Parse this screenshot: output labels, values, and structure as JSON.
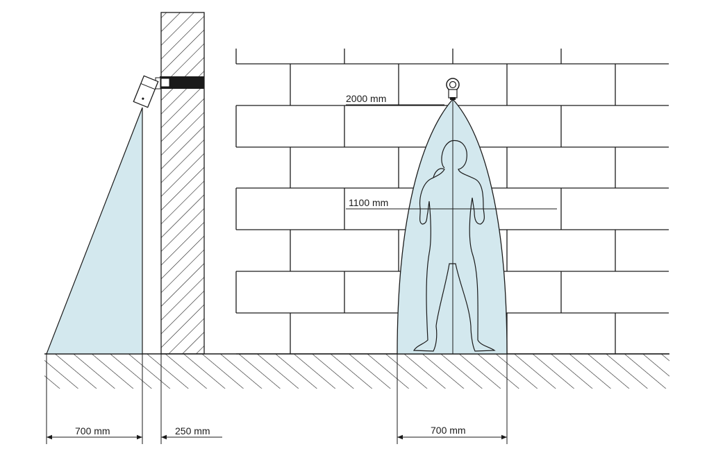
{
  "dimensions": {
    "mount_height": "2000 mm",
    "mid_height": "1100 mm",
    "left_coverage": "700 mm",
    "wall_thickness": "250 mm",
    "ceiling_coverage": "700 mm"
  },
  "colors": {
    "line": "#1a1a1a",
    "spray_fill": "#d3e8ee",
    "spray_stroke": "#1a1a1a",
    "background": "#ffffff"
  },
  "icons": {
    "wall_sensor": "wall-mounted-sensor-icon",
    "ceiling_nozzle": "ceiling-nozzle-icon",
    "person": "person-silhouette-icon"
  }
}
